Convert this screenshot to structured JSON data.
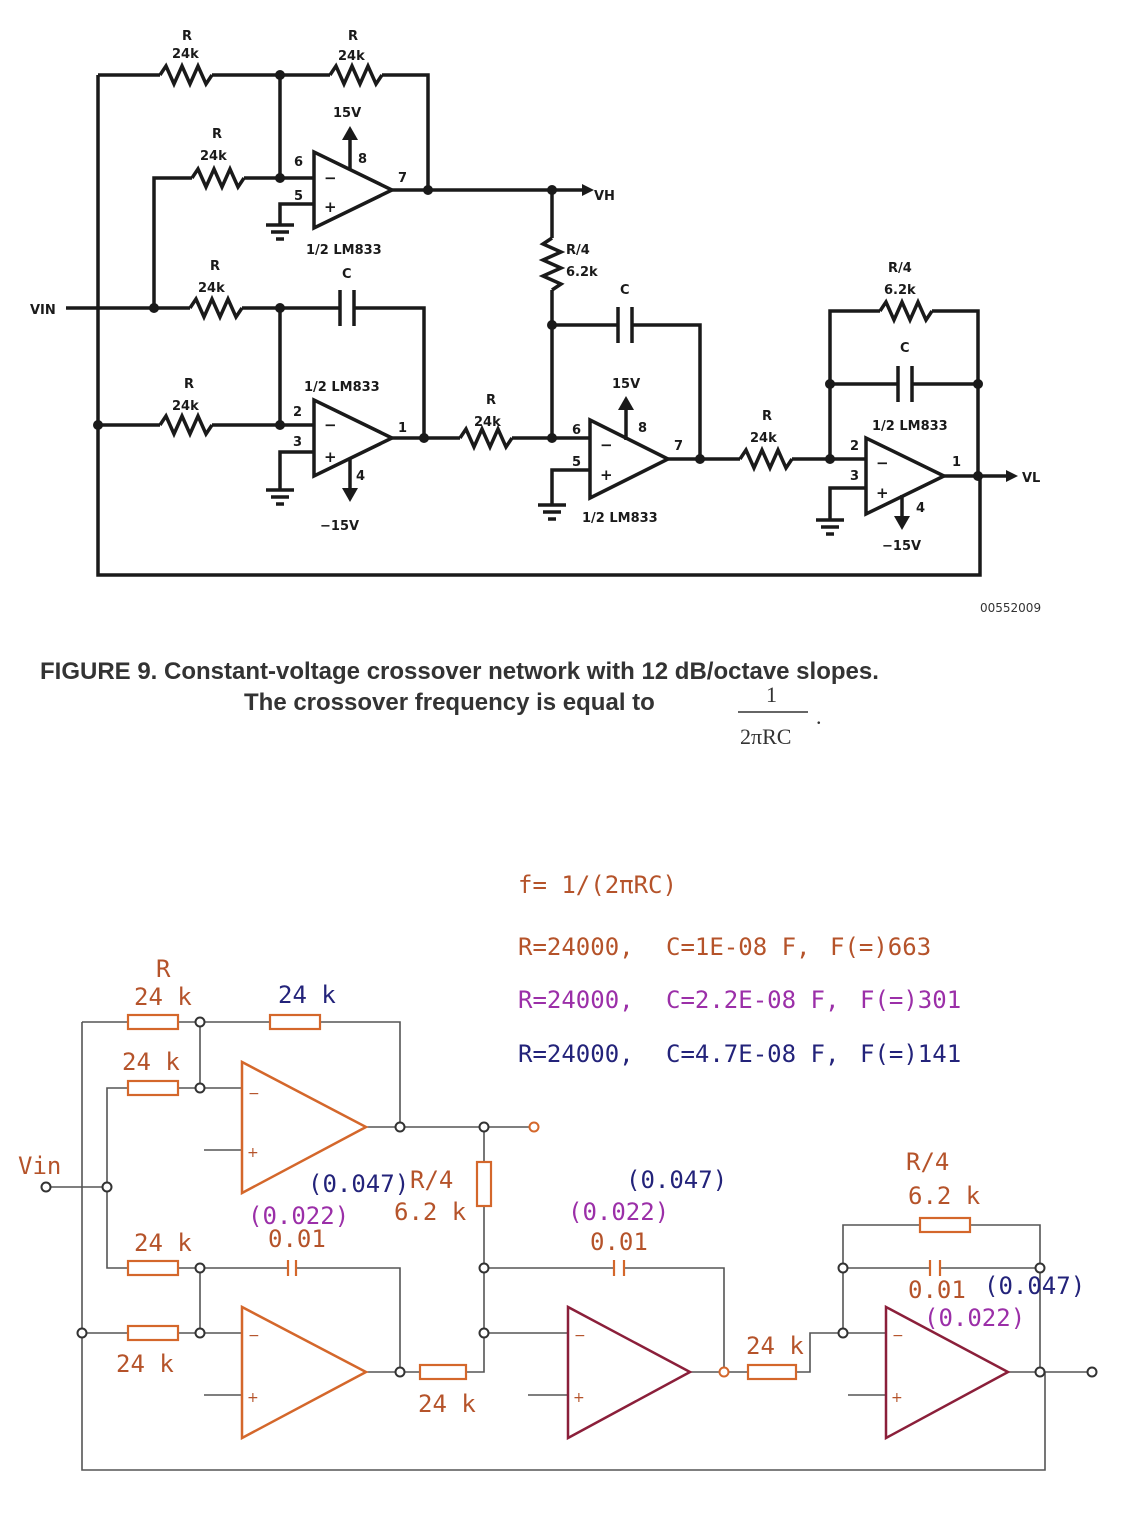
{
  "colors": {
    "ink": "#1a1a1a",
    "wire2": "#555555",
    "stage1": "#d4672b",
    "stage2": "#8b1f3a",
    "label_brown": "#b5532a",
    "navy": "#23237a",
    "purple": "#9b2fa8"
  },
  "figure9": {
    "labels": {
      "r": "R",
      "r24k": "24k",
      "r4": "R/4",
      "r4_value": "6.2k",
      "c": "C",
      "v15": "15V",
      "vneg15": "−15V",
      "op_amp": "1/2 LM833",
      "vin": "VIN",
      "vh": "VH",
      "vl": "VL",
      "figure_id": "00552009"
    },
    "pins": {
      "p1": "1",
      "p2": "2",
      "p3": "3",
      "p4": "4",
      "p5": "5",
      "p6": "6",
      "p7": "7",
      "p8": "8"
    },
    "caption": {
      "line1": "FIGURE 9. Constant-voltage crossover network with 12 dB/octave slopes.",
      "line2": "The crossover frequency is equal to",
      "numerator": "1",
      "denominator": "2πRC",
      "period": "."
    }
  },
  "redraw": {
    "formula": "f= 1/(2πRC)",
    "calc_rows": [
      {
        "r": "R=24000,",
        "c": "C=1E-08 F,",
        "f": "F(=)663"
      },
      {
        "r": "R=24000,",
        "c": "C=2.2E-08 F,",
        "f": "F(=)301"
      },
      {
        "r": "R=24000,",
        "c": "C=4.7E-08 F,",
        "f": "F(=)141"
      }
    ],
    "labels": {
      "r": "R",
      "r24k": "24 k",
      "r4": "R/4",
      "r4_value": "6.2 k",
      "vin": "Vin",
      "c_001": "0.01",
      "c_0022": "(0.022)",
      "c_0047": "(0.047)",
      "plus": "+",
      "minus": "−"
    }
  }
}
